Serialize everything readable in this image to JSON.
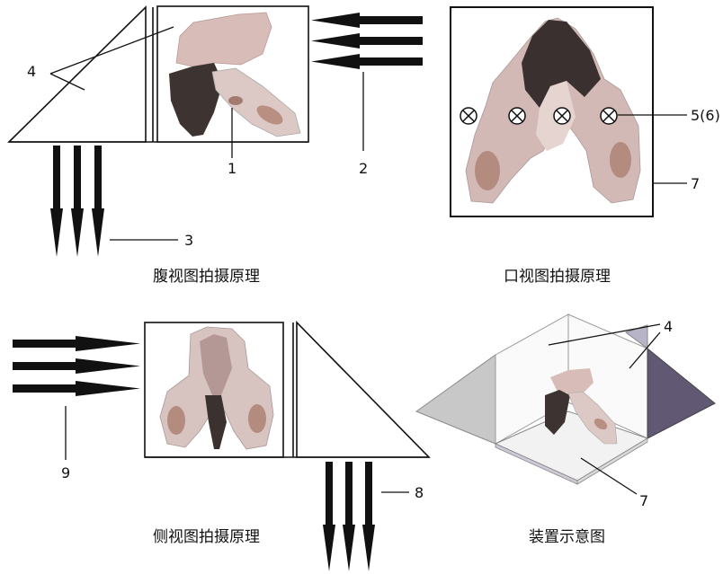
{
  "labels": {
    "n1": "1",
    "n2": "2",
    "n3": "3",
    "n4_top": "4",
    "n4_bottom": "4",
    "n5": "5(6)",
    "n7_top": "7",
    "n7_bottom": "7",
    "n8": "8",
    "n9": "9"
  },
  "captions": {
    "ventral": "腹视图拍摄原理",
    "oral": "口视图拍摄原理",
    "lateral": "侧视图拍摄原理",
    "device": "装置示意图"
  },
  "colors": {
    "line": "#111111",
    "bone_light": "#dcc3bf",
    "bone_mid": "#b79a98",
    "bone_dark": "#3b312f",
    "mirror_light": "#c8c8c8",
    "mirror_dark": "#615973",
    "board": "#f2f2f2"
  },
  "icons": {
    "marker": "circle-x-icon"
  }
}
